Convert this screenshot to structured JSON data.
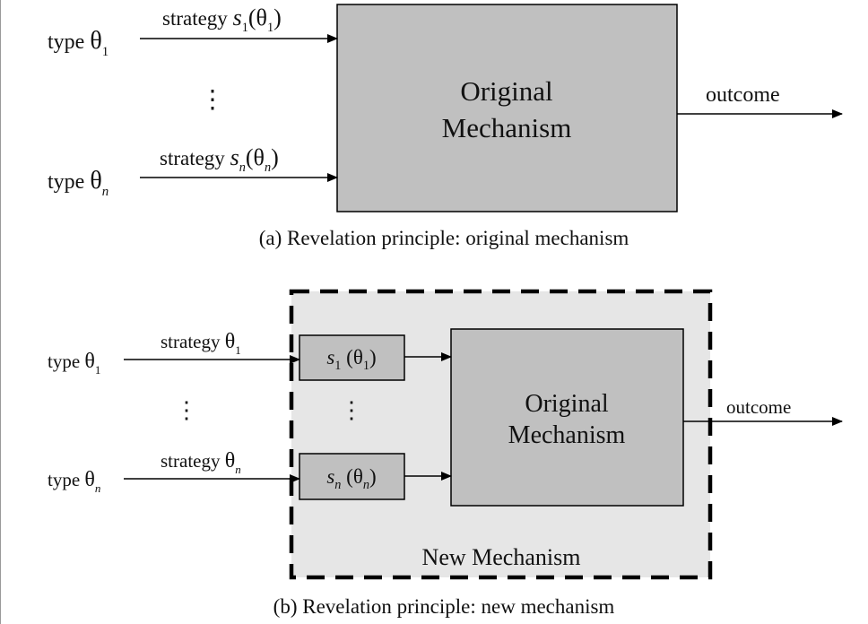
{
  "diagram_a": {
    "type_word": "type",
    "theta": "θ",
    "index_first": "1",
    "index_last": "n",
    "strategy_word": "strategy",
    "strategy_fn": "s",
    "dots": "⋮",
    "box_line1": "Original",
    "box_line2": "Mechanism",
    "outcome": "outcome",
    "caption": "(a) Revelation principle: original mechanism",
    "box_fill": "#c0c0c0"
  },
  "diagram_b": {
    "type_word": "type",
    "theta": "θ",
    "index_first": "1",
    "index_last": "n",
    "strategy_word": "strategy",
    "strategy_fn": "s",
    "dots": "⋮",
    "box_line1": "Original",
    "box_line2": "Mechanism",
    "outer_label": "New Mechanism",
    "outcome": "outcome",
    "caption": "(b) Revelation principle: new mechanism",
    "outer_fill": "#e6e6e6",
    "box_fill": "#c0c0c0"
  }
}
